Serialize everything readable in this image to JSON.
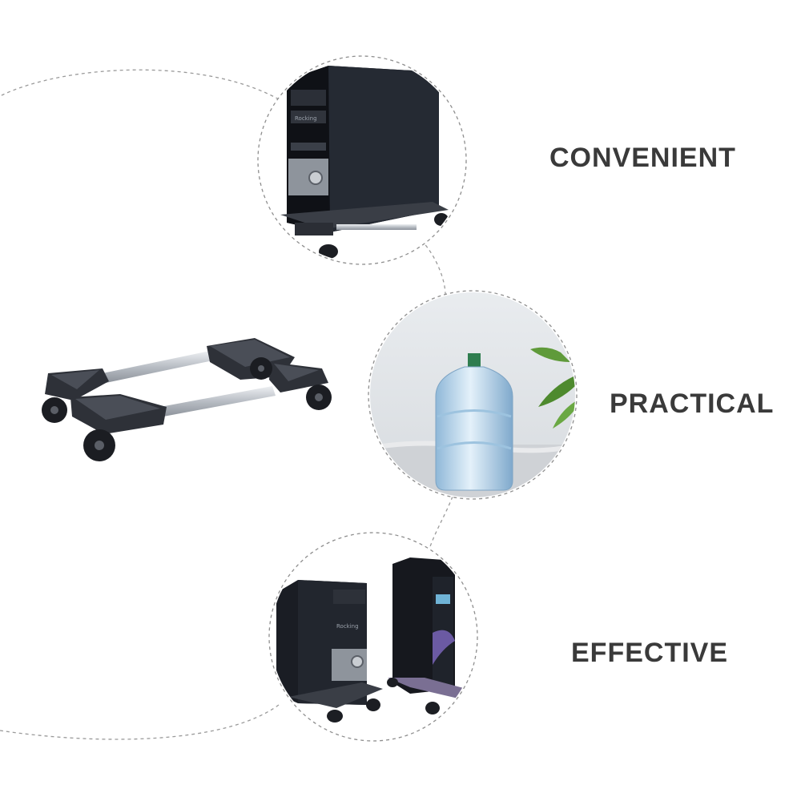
{
  "features": [
    {
      "label": "CONVENIENT",
      "photo": "pc-tower-on-stand-icon"
    },
    {
      "label": "PRACTICAL",
      "photo": "water-bottle-icon"
    },
    {
      "label": "EFFECTIVE",
      "photo": "two-pc-towers-icon"
    }
  ],
  "product_photo": "mobile-cpu-stand-icon",
  "colors": {
    "label_text": "#3a3a3a",
    "dashed_line": "#9a9a9a",
    "stand_body": "#2e3138",
    "rail": "#c8ccd2",
    "pc_case": "#15171d",
    "bottle": "#bcd7ea",
    "bottle_cap": "#2f7d4f",
    "stand_accent": "#7a6f93"
  }
}
